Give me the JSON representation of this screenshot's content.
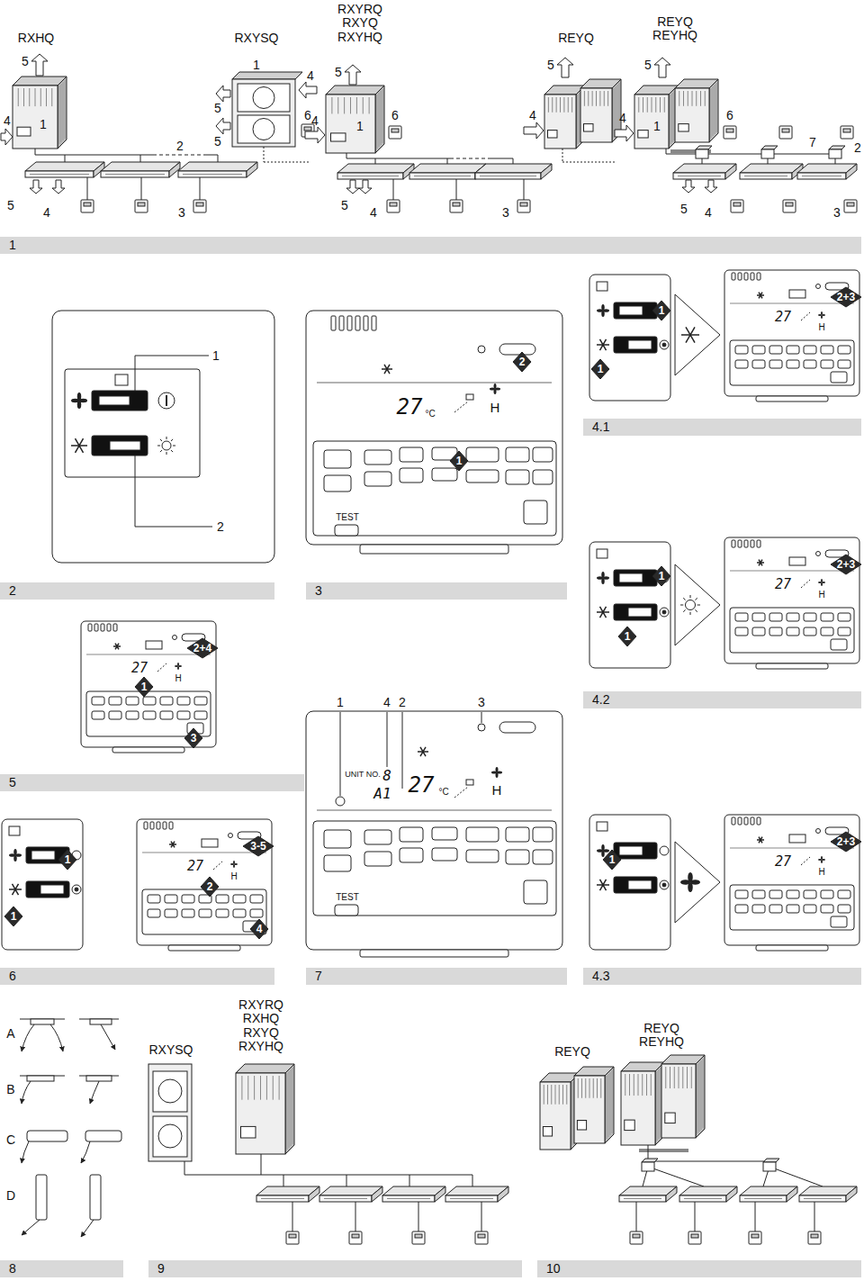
{
  "diagram": {
    "nodes": [
      {
        "text": [
          "1"
        ]
      },
      {
        "text": [
          "4.1"
        ]
      },
      {
        "text": [
          "2"
        ]
      },
      {
        "text": [
          "3"
        ]
      },
      {
        "text": [
          "4.2"
        ]
      },
      {
        "text": [
          "5"
        ]
      },
      {
        "text": [
          "6"
        ]
      },
      {
        "text": [
          "7"
        ]
      },
      {
        "text": [
          "4.3"
        ]
      },
      {
        "text": [
          "8"
        ]
      },
      {
        "text": [
          "9"
        ]
      },
      {
        "text": [
          "10"
        ]
      }
    ],
    "labels": [
      "RXHQ",
      "RXYSQ",
      "RXYRQ RXYQ RXYHQ",
      "REYQ",
      "REYQ REYHQ",
      "5",
      "4",
      "1",
      "2",
      "5",
      "4",
      "3",
      "1",
      "4",
      "5",
      "6",
      "5",
      "5",
      "4",
      "1",
      "6",
      "5",
      "4",
      "3",
      "5",
      "4",
      "5",
      "4",
      "1",
      "6",
      "7",
      "2",
      "5",
      "4",
      "3",
      "1",
      "2",
      "2",
      "27",
      "°C",
      "H",
      "1",
      "TEST",
      "1",
      "1",
      "2+3",
      "27",
      "H",
      "1",
      "1",
      "2+3",
      "27",
      "H",
      "2+4",
      "27",
      "H",
      "1",
      "3",
      "1",
      "4",
      "2",
      "3",
      "UNIT NO.",
      "8",
      "A1",
      "27",
      "°C",
      "H",
      "TEST",
      "1",
      "1",
      "3-5",
      "27",
      "H",
      "2",
      "4",
      "1",
      "2+3",
      "27",
      "H",
      "A",
      "B",
      "C",
      "D",
      "RXYSQ",
      "RXYRQ RXHQ RXYQ RXYHQ",
      "REYQ",
      "REYQ REYHQ"
    ]
  }
}
